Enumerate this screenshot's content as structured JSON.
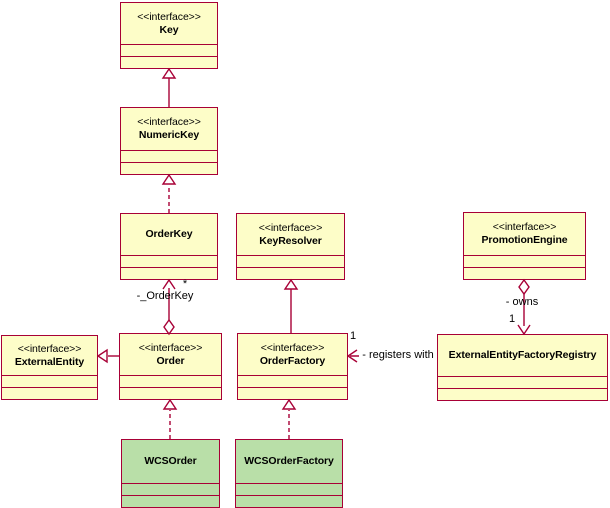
{
  "diagram": {
    "type": "uml-class-diagram",
    "background": "#FFFFFF",
    "colors": {
      "interface_fill": "#FDFDC8",
      "class_fill": "#B9DFA8",
      "border": "#A80036",
      "text": "#000000"
    },
    "classes": {
      "key": {
        "stereotype": "<<interface>>",
        "name": "Key"
      },
      "numeric_key": {
        "stereotype": "<<interface>>",
        "name": "NumericKey"
      },
      "order_key": {
        "name": "OrderKey"
      },
      "key_resolver": {
        "stereotype": "<<interface>>",
        "name": "KeyResolver"
      },
      "promotion_engine": {
        "stereotype": "<<interface>>",
        "name": "PromotionEngine"
      },
      "external_entity": {
        "stereotype": "<<interface>>",
        "name": "ExternalEntity"
      },
      "order": {
        "stereotype": "<<interface>>",
        "name": "Order"
      },
      "order_factory": {
        "stereotype": "<<interface>>",
        "name": "OrderFactory"
      },
      "external_entity_factory_registry": {
        "name": "ExternalEntityFactoryRegistry"
      },
      "wcs_order": {
        "name": "WCSOrder"
      },
      "wcs_order_factory": {
        "name": "WCSOrderFactory"
      }
    },
    "relations": [
      {
        "from": "NumericKey",
        "to": "Key",
        "type": "generalization",
        "line": "solid"
      },
      {
        "from": "OrderKey",
        "to": "NumericKey",
        "type": "realization",
        "line": "dashed"
      },
      {
        "from": "Order",
        "to": "ExternalEntity",
        "type": "generalization",
        "line": "solid"
      },
      {
        "from": "OrderFactory",
        "to": "KeyResolver",
        "type": "generalization",
        "line": "solid"
      },
      {
        "from": "WCSOrder",
        "to": "Order",
        "type": "realization",
        "line": "dashed"
      },
      {
        "from": "WCSOrderFactory",
        "to": "OrderFactory",
        "type": "realization",
        "line": "dashed"
      },
      {
        "from": "Order",
        "to": "OrderKey",
        "type": "aggregation",
        "line": "solid",
        "label": "-_OrderKey",
        "multiplicity": "*"
      },
      {
        "from": "PromotionEngine",
        "to": "ExternalEntityFactoryRegistry",
        "type": "aggregation",
        "line": "solid",
        "label": "- owns",
        "multiplicity": "1"
      },
      {
        "from": "ExternalEntityFactoryRegistry",
        "to": "OrderFactory",
        "type": "association",
        "line": "solid",
        "label": "- registers with",
        "multiplicity": "1"
      }
    ]
  }
}
